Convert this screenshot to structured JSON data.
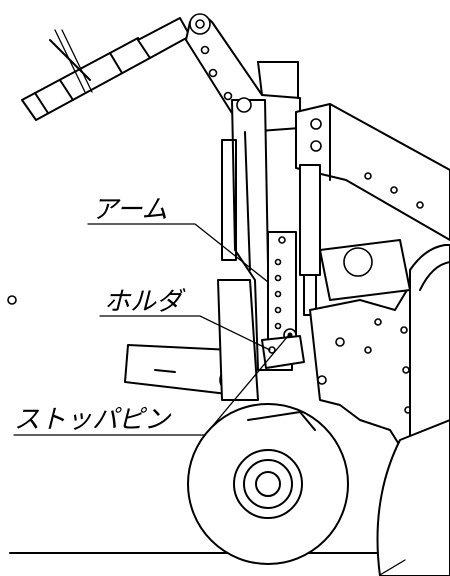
{
  "labels": {
    "arm": "アーム",
    "holder": "ホルダ",
    "stop_pin": "ストッパピン"
  }
}
